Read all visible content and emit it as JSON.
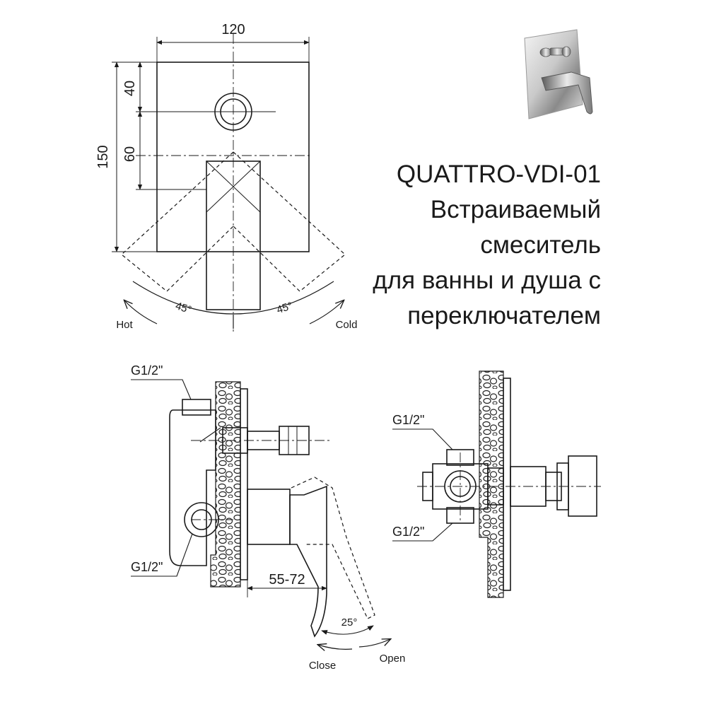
{
  "product": {
    "model": "QUATTRO-VDI-01",
    "description_lines": [
      "Встраиваемый",
      "смеситель",
      "для ванны и душа с",
      "переключателем"
    ]
  },
  "front_view": {
    "width_label": "120",
    "height_label": "150",
    "top_offset_label": "40",
    "spacing_label": "60",
    "left_angle_label": "45°",
    "right_angle_label": "45°",
    "hot_label": "Hot",
    "cold_label": "Cold"
  },
  "side_view": {
    "thread_top_label": "G1/2\"",
    "thread_bottom_label": "G1/2\"",
    "depth_label": "55-72",
    "lever_angle_label": "25°",
    "close_label": "Close",
    "open_label": "Open"
  },
  "rear_view": {
    "thread_top_label": "G1/2\"",
    "thread_bottom_label": "G1/2\""
  },
  "colors": {
    "line": "#1a1a1a",
    "background": "#ffffff"
  }
}
